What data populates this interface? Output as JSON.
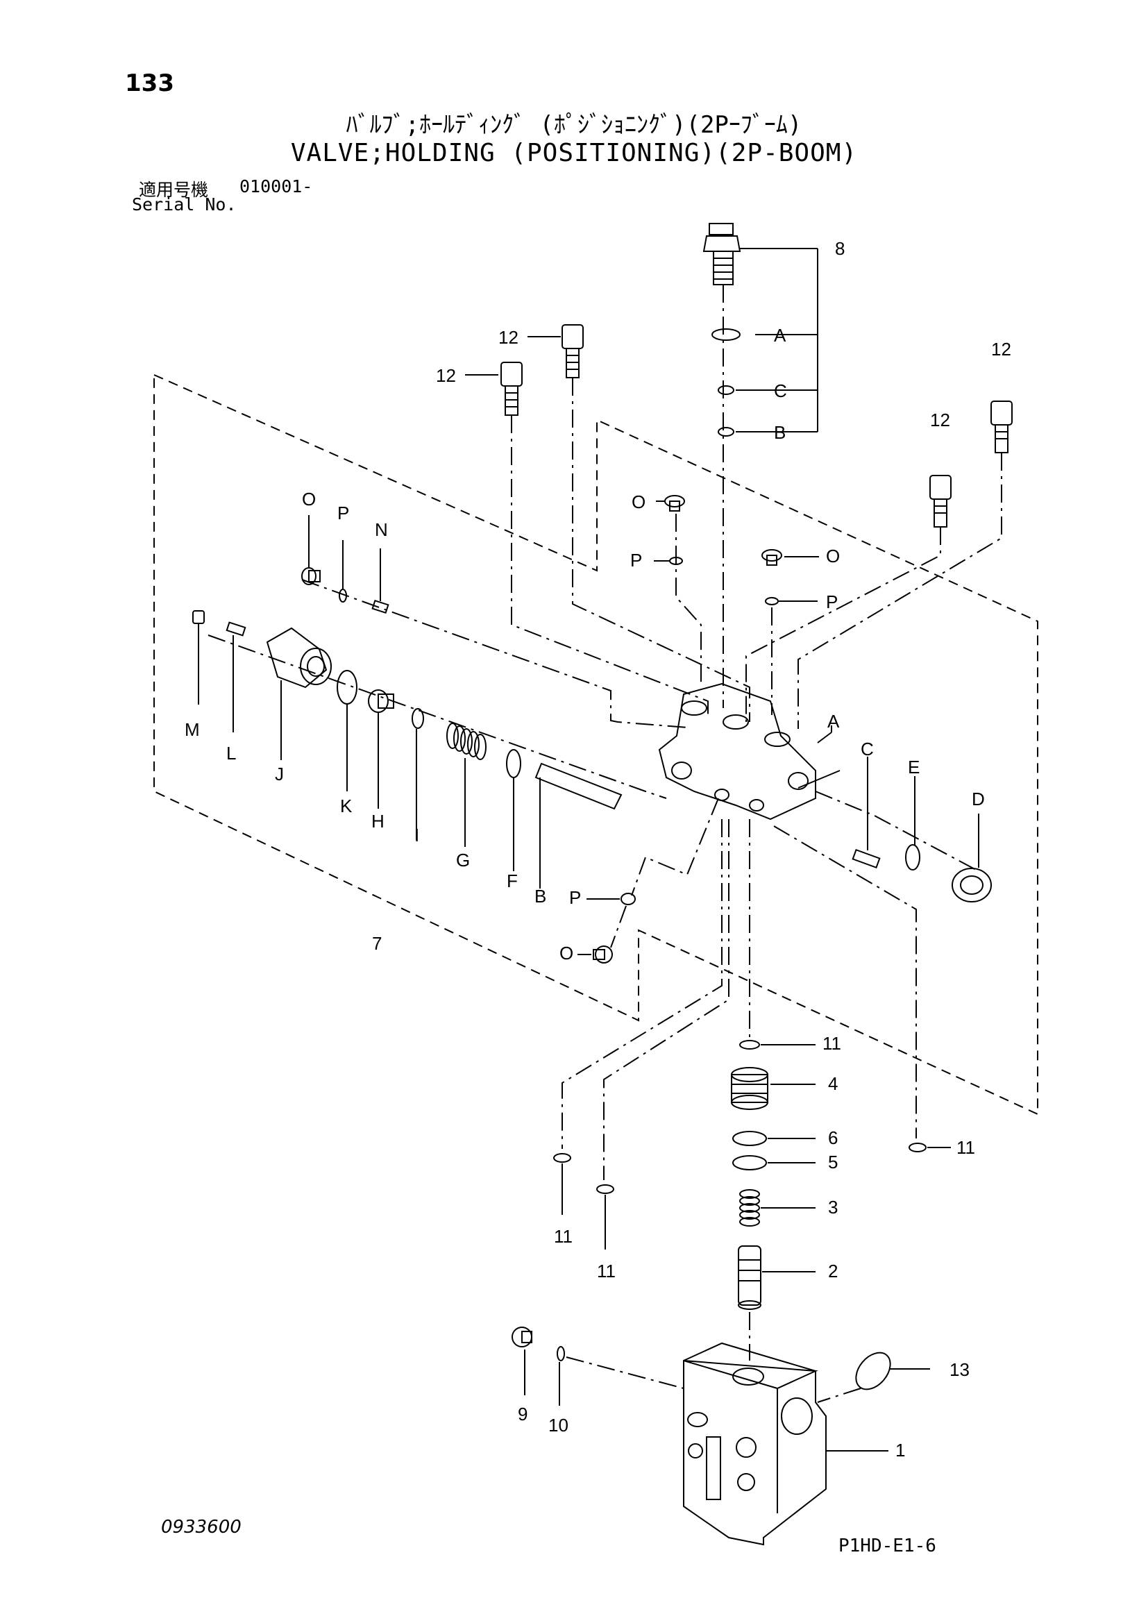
{
  "header": {
    "page_number": "133",
    "title_jp": "ﾊﾞﾙﾌﾞ;ﾎｰﾙﾃﾞｨﾝｸﾞ (ﾎﾟｼﾞｼｮﾆﾝｸﾞ)(2Pｰﾌﾞｰﾑ)",
    "title_en": "VALVE;HOLDING (POSITIONING)(2P-BOOM)",
    "serial_label_jp": "適用号機",
    "serial_value": "010001-",
    "serial_label_en": "Serial No."
  },
  "footer": {
    "doc_code": "0933600",
    "page_code": "P1HD-E1-6"
  },
  "callouts": {
    "c1": "1",
    "c2": "2",
    "c3": "3",
    "c4": "4",
    "c5": "5",
    "c6": "6",
    "c7": "7",
    "c8": "8",
    "c9": "9",
    "c10": "10",
    "c11": "11",
    "c12": "12",
    "c13": "13",
    "A": "A",
    "B": "B",
    "C": "C",
    "D": "D",
    "E": "E",
    "F": "F",
    "G": "G",
    "H": "H",
    "I": "I",
    "J": "J",
    "K": "K",
    "L": "L",
    "M": "M",
    "N": "N",
    "O": "O",
    "P": "P"
  }
}
